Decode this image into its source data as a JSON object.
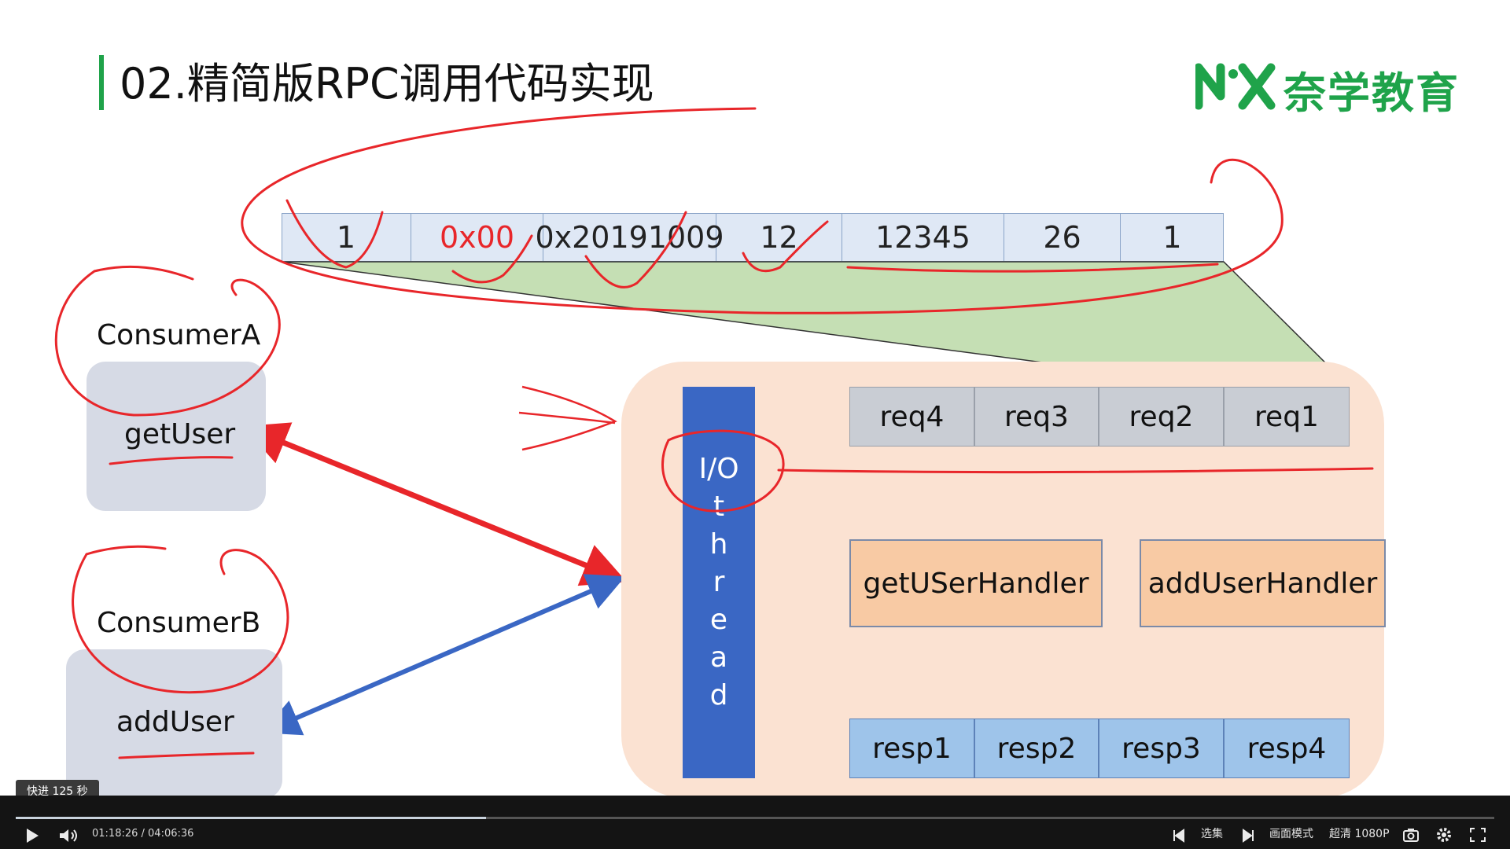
{
  "slide": {
    "title": "02.精简版RPC调用代码实现",
    "logo_mark": "NX",
    "logo_text": "奈学教育"
  },
  "protocol_fields": [
    "1",
    "0x00",
    "0x20191009",
    "12",
    "12345",
    "26",
    "1"
  ],
  "consumers": [
    {
      "name": "ConsumerA",
      "method": "getUser"
    },
    {
      "name": "ConsumerB",
      "method": "addUser"
    }
  ],
  "io_thread": {
    "chars": [
      "I/O",
      "t",
      "h",
      "r",
      "e",
      "a",
      "d"
    ]
  },
  "request_queue": [
    "req4",
    "req3",
    "req2",
    "req1"
  ],
  "handlers": [
    "getUSerHandler",
    "addUserHandler"
  ],
  "response_queue": [
    "resp1",
    "resp2",
    "resp3",
    "resp4"
  ],
  "player": {
    "toast": "快进 125 秒",
    "time": "01:18:26 / 04:06:36",
    "episodes_label": "选集",
    "mode_label": "画面模式",
    "quality_label": "超清 1080P",
    "progress": 0.318
  },
  "colors": {
    "accent_green": "#1fa34a",
    "annotation_red": "#e8262a",
    "arrow_blue": "#3a67c4",
    "field_red": "#e8262a"
  }
}
